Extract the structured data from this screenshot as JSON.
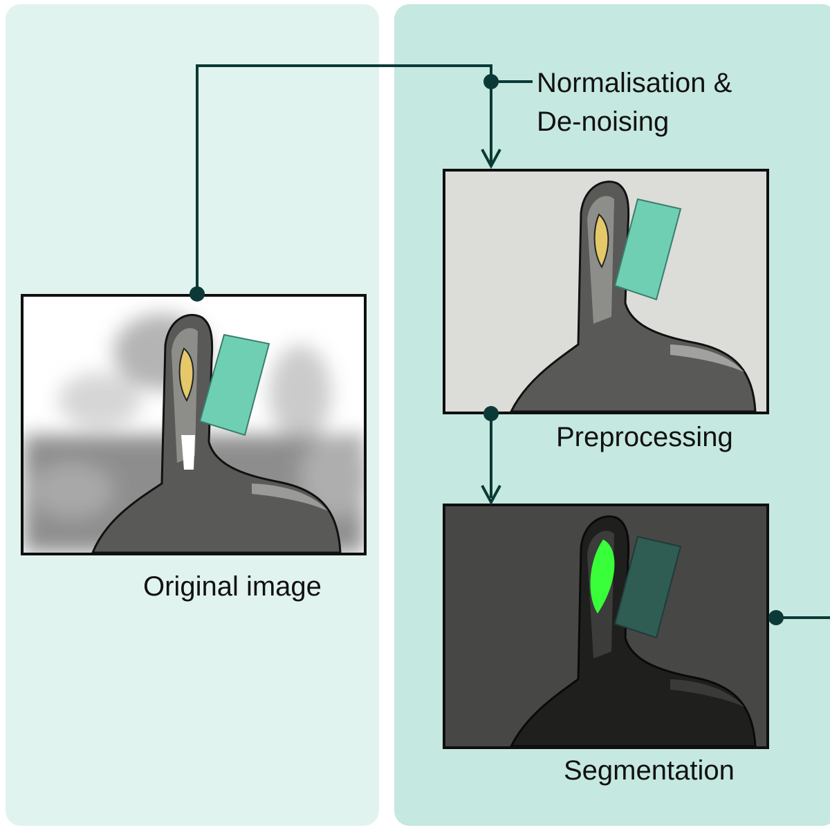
{
  "captions": {
    "original": "Original image",
    "preprocessing": "Preprocessing",
    "segmentation": "Segmentation"
  },
  "step_label": {
    "line1": "Normalisation &",
    "line2": "De-noising"
  },
  "colors": {
    "panel_left": "#e1f3ef",
    "panel_right": "#c5e8e0",
    "connector": "#0b3a36",
    "mask": "#6fcfb3",
    "segment": "#39ff3a"
  }
}
